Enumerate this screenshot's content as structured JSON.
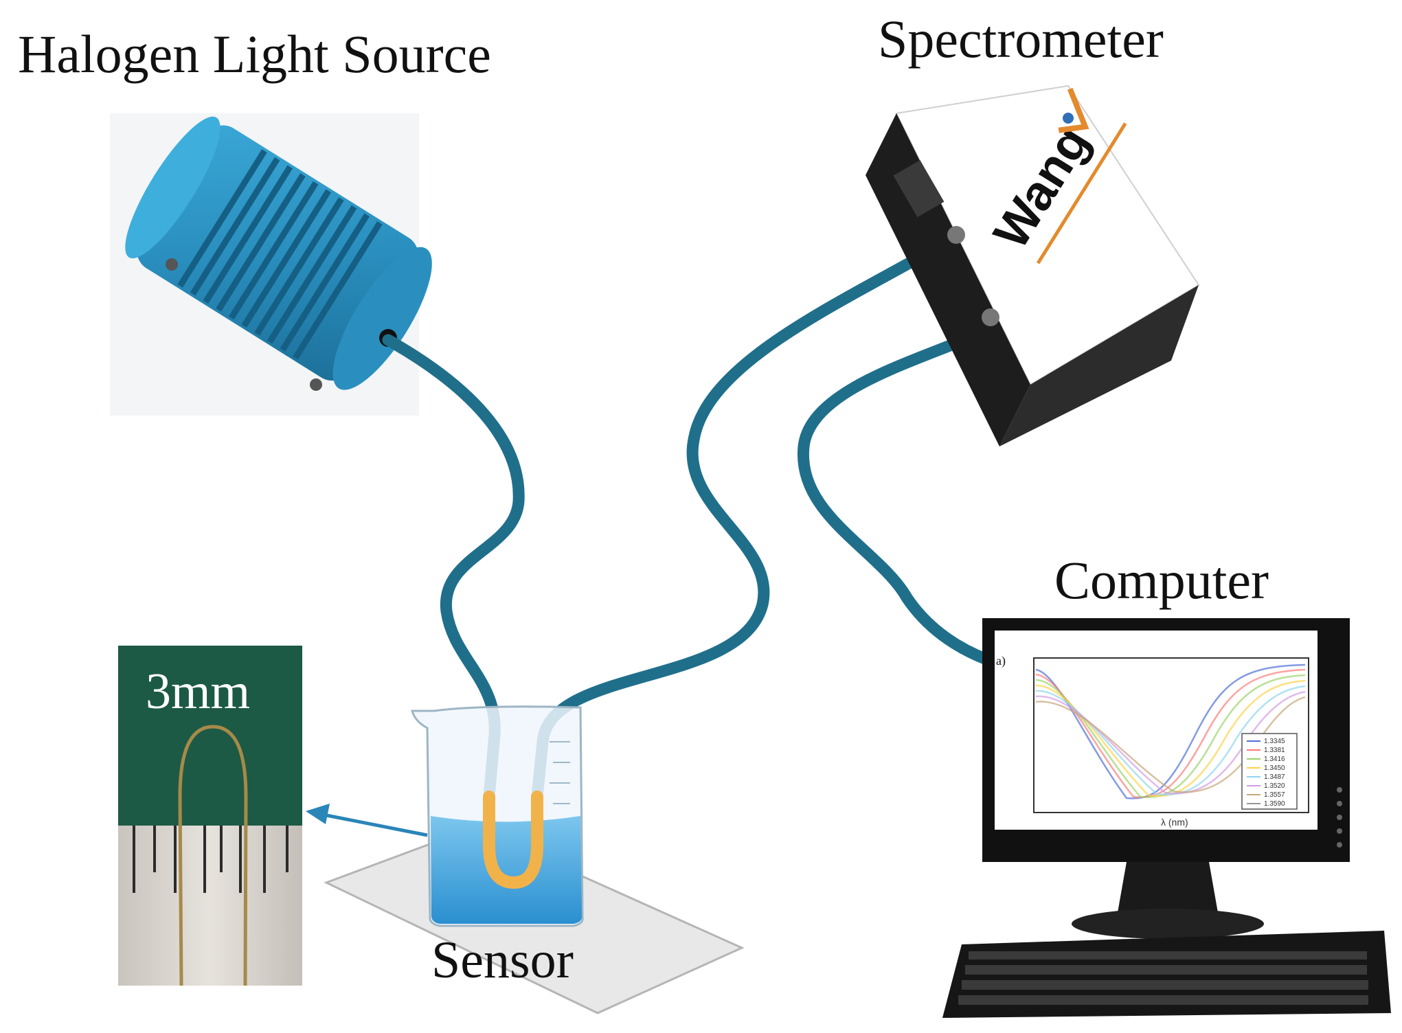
{
  "labels": {
    "light_source": "Halogen Light Source",
    "spectrometer": "Spectrometer",
    "computer": "Computer",
    "sensor": "Sensor",
    "scale": "3mm"
  },
  "spectrometer_brand": "Wang",
  "screen_plot": {
    "panel_tag": "a)",
    "xlabel": "λ (nm)",
    "legend": [
      "1.3345",
      "1.3381",
      "1.3416",
      "1.3450",
      "1.3487",
      "1.3520",
      "1.3557",
      "1.3590"
    ]
  },
  "colors": {
    "fiber": "#1f6f8b",
    "light_source_body": "#2f97c4",
    "liquid": "#49a9dd",
    "sensor_probe": "#f2b24a",
    "scale_background": "#1d5a45"
  }
}
